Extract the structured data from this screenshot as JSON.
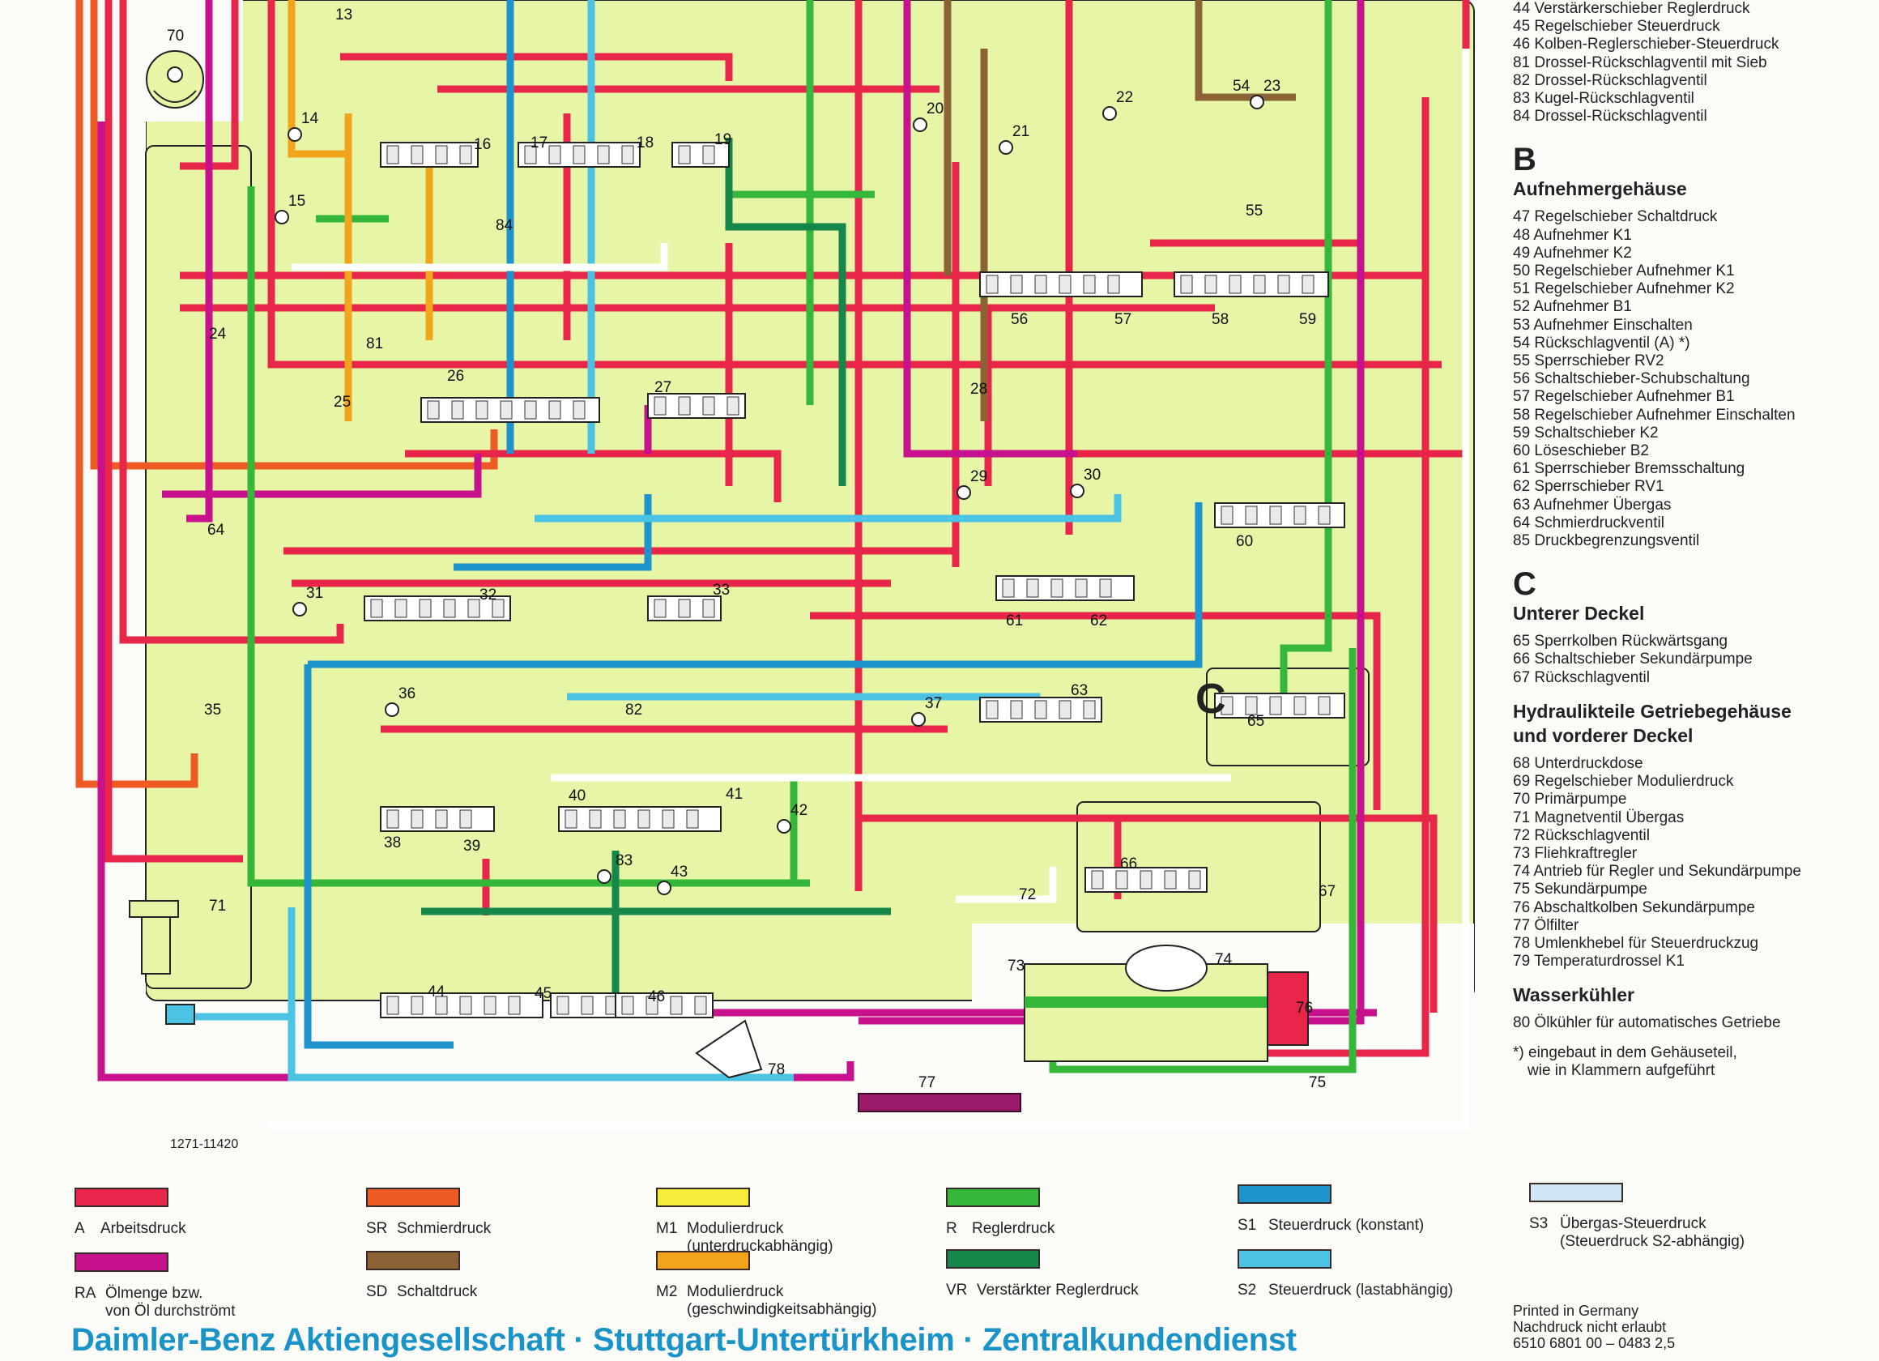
{
  "diagram": {
    "drawing_number": "1271-11420",
    "colors": {
      "background_housing": "#e6f5a6",
      "A": "#e8264a",
      "SR": "#ee5a24",
      "M1": "#f7ec3a",
      "R": "#35b83a",
      "S1": "#1e93cc",
      "RA": "#c8118c",
      "SD": "#8a6236",
      "M2": "#f2a51c",
      "VR": "#16874a",
      "S2": "#4cc3e3",
      "S3": "#cfe7f5"
    },
    "component_labels": [
      "13",
      "14",
      "15",
      "16",
      "17",
      "18",
      "19",
      "20",
      "21",
      "22",
      "23",
      "24",
      "25",
      "26",
      "27",
      "28",
      "29",
      "30",
      "31",
      "32",
      "33",
      "35",
      "36",
      "37",
      "38",
      "39",
      "40",
      "41",
      "42",
      "43",
      "44",
      "45",
      "46",
      "54",
      "55",
      "56",
      "57",
      "58",
      "59",
      "60",
      "61",
      "62",
      "63",
      "64",
      "65",
      "66",
      "67",
      "70",
      "71",
      "72",
      "73",
      "74",
      "75",
      "76",
      "77",
      "78",
      "81",
      "82",
      "83",
      "84"
    ],
    "section_marker": "C"
  },
  "parts_list": {
    "group_a_tail": [
      "44 Verstärkerschieber Reglerdruck",
      "45 Regelschieber Steuerdruck",
      "46 Kolben-Reglerschieber-Steuerdruck",
      "81 Drossel-Rückschlagventil mit Sieb",
      "82 Drossel-Rückschlagventil",
      "83 Kugel-Rückschlagventil",
      "84 Drossel-Rückschlagventil"
    ],
    "group_b": {
      "letter": "B",
      "title": "Aufnehmergehäuse",
      "items": [
        "47 Regelschieber Schaltdruck",
        "48 Aufnehmer K1",
        "49 Aufnehmer K2",
        "50 Regelschieber Aufnehmer K1",
        "51 Regelschieber Aufnehmer K2",
        "52 Aufnehmer B1",
        "53 Aufnehmer Einschalten",
        "54 Rückschlagventil (A) *)",
        "55 Sperrschieber RV2",
        "56 Schaltschieber-Schubschaltung",
        "57 Regelschieber Aufnehmer B1",
        "58 Regelschieber Aufnehmer Einschalten",
        "59 Schaltschieber K2",
        "60 Löseschieber B2",
        "61 Sperrschieber Bremsschaltung",
        "62 Sperrschieber RV1",
        "63 Aufnehmer Übergas",
        "64 Schmierdruckventil",
        "85 Druckbegrenzungsventil"
      ]
    },
    "group_c": {
      "letter": "C",
      "title": "Unterer Deckel",
      "items": [
        "65 Sperrkolben Rückwärtsgang",
        "66 Schaltschieber Sekundärpumpe",
        "67 Rückschlagventil"
      ]
    },
    "group_hydraulic": {
      "title_line1": "Hydraulikteile Getriebegehäuse",
      "title_line2": "und vorderer Deckel",
      "items": [
        "68 Unterdruckdose",
        "69 Regelschieber Modulierdruck",
        "70 Primärpumpe",
        "71 Magnetventil Übergas",
        "72 Rückschlagventil",
        "73 Fliehkraftregler",
        "74 Antrieb für Regler und Sekundärpumpe",
        "75 Sekundärpumpe",
        "76 Abschaltkolben Sekundärpumpe",
        "77 Ölfilter",
        "78 Umlenkhebel für Steuerdruckzug",
        "79 Temperaturdrossel K1"
      ]
    },
    "group_cooler": {
      "title": "Wasserkühler",
      "items": [
        "80 Ölkühler für automatisches Getriebe"
      ]
    },
    "footnote_line1": "*) eingebaut in dem Gehäuseteil,",
    "footnote_line2": "wie in Klammern aufgeführt"
  },
  "color_key": [
    {
      "code": "A",
      "label": "Arbeitsdruck",
      "label2": "",
      "color": "#e8264a"
    },
    {
      "code": "SR",
      "label": "Schmierdruck",
      "label2": "",
      "color": "#ee5a24"
    },
    {
      "code": "M1",
      "label": "Modulierdruck",
      "label2": "(unterdruckabhängig)",
      "color": "#f7ec3a"
    },
    {
      "code": "R",
      "label": "Reglerdruck",
      "label2": "",
      "color": "#35b83a"
    },
    {
      "code": "S1",
      "label": "Steuerdruck (konstant)",
      "label2": "",
      "color": "#1e93cc"
    },
    {
      "code": "S3",
      "label": "Übergas-Steuerdruck",
      "label2": "(Steuerdruck S2-abhängig)",
      "color": "#cfe7f5"
    },
    {
      "code": "RA",
      "label": "Ölmenge bzw.",
      "label2": "von Öl durchströmt",
      "color": "#c8118c"
    },
    {
      "code": "SD",
      "label": "Schaltdruck",
      "label2": "",
      "color": "#8a6236"
    },
    {
      "code": "M2",
      "label": "Modulierdruck",
      "label2": "(geschwindigkeitsabhängig)",
      "color": "#f2a51c"
    },
    {
      "code": "VR",
      "label": "Verstärkter Reglerdruck",
      "label2": "",
      "color": "#16874a"
    },
    {
      "code": "S2",
      "label": "Steuerdruck (lastabhängig)",
      "label2": "",
      "color": "#4cc3e3"
    }
  ],
  "footer": {
    "brand": "Daimler-Benz Aktiengesellschaft · Stuttgart-Untertürkheim · Zentralkundendienst",
    "print_line1": "Printed in Germany",
    "print_line2": "Nachdruck nicht erlaubt",
    "print_line3": "6510 6801 00 – 0483 2,5"
  }
}
